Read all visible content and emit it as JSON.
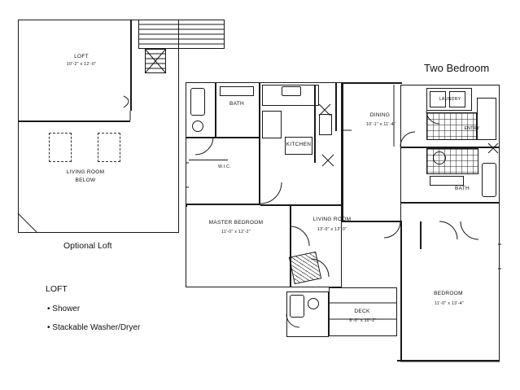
{
  "page": {
    "background": "#ffffff",
    "ink": "#1a1a1a"
  },
  "titles": {
    "two_bedroom": "Two Bedroom",
    "optional_loft": "Optional Loft",
    "loft_features_heading": "LOFT"
  },
  "features": [
    "• Shower",
    "• Stackable Washer/Dryer"
  ],
  "loft_plan": {
    "loft_label": "LOFT",
    "loft_dims": "10'-2\" x 12'-0\"",
    "living_below_line1": "LIVING ROOM",
    "living_below_line2": "BELOW"
  },
  "main_plan": {
    "rooms": [
      {
        "name": "BATH",
        "dims": ""
      },
      {
        "name": "KITCHEN",
        "dims": ""
      },
      {
        "name": "DINING",
        "dims": "10'-1\" x 11'-4\""
      },
      {
        "name": "LAUNDRY",
        "dims": ""
      },
      {
        "name": "ENTRY",
        "dims": ""
      },
      {
        "name": "BATH",
        "dims": ""
      },
      {
        "name": "W.I.C.",
        "dims": ""
      },
      {
        "name": "MASTER BEDROOM",
        "dims": "11'-0\" x 12'-2\""
      },
      {
        "name": "LIVING ROOM",
        "dims": "13'-0\" x 13'-0\""
      },
      {
        "name": "DECK",
        "dims": "6'-0\" x 10'-2\""
      },
      {
        "name": "BEDROOM",
        "dims": "11'-0\" x 13'-4\""
      }
    ]
  }
}
